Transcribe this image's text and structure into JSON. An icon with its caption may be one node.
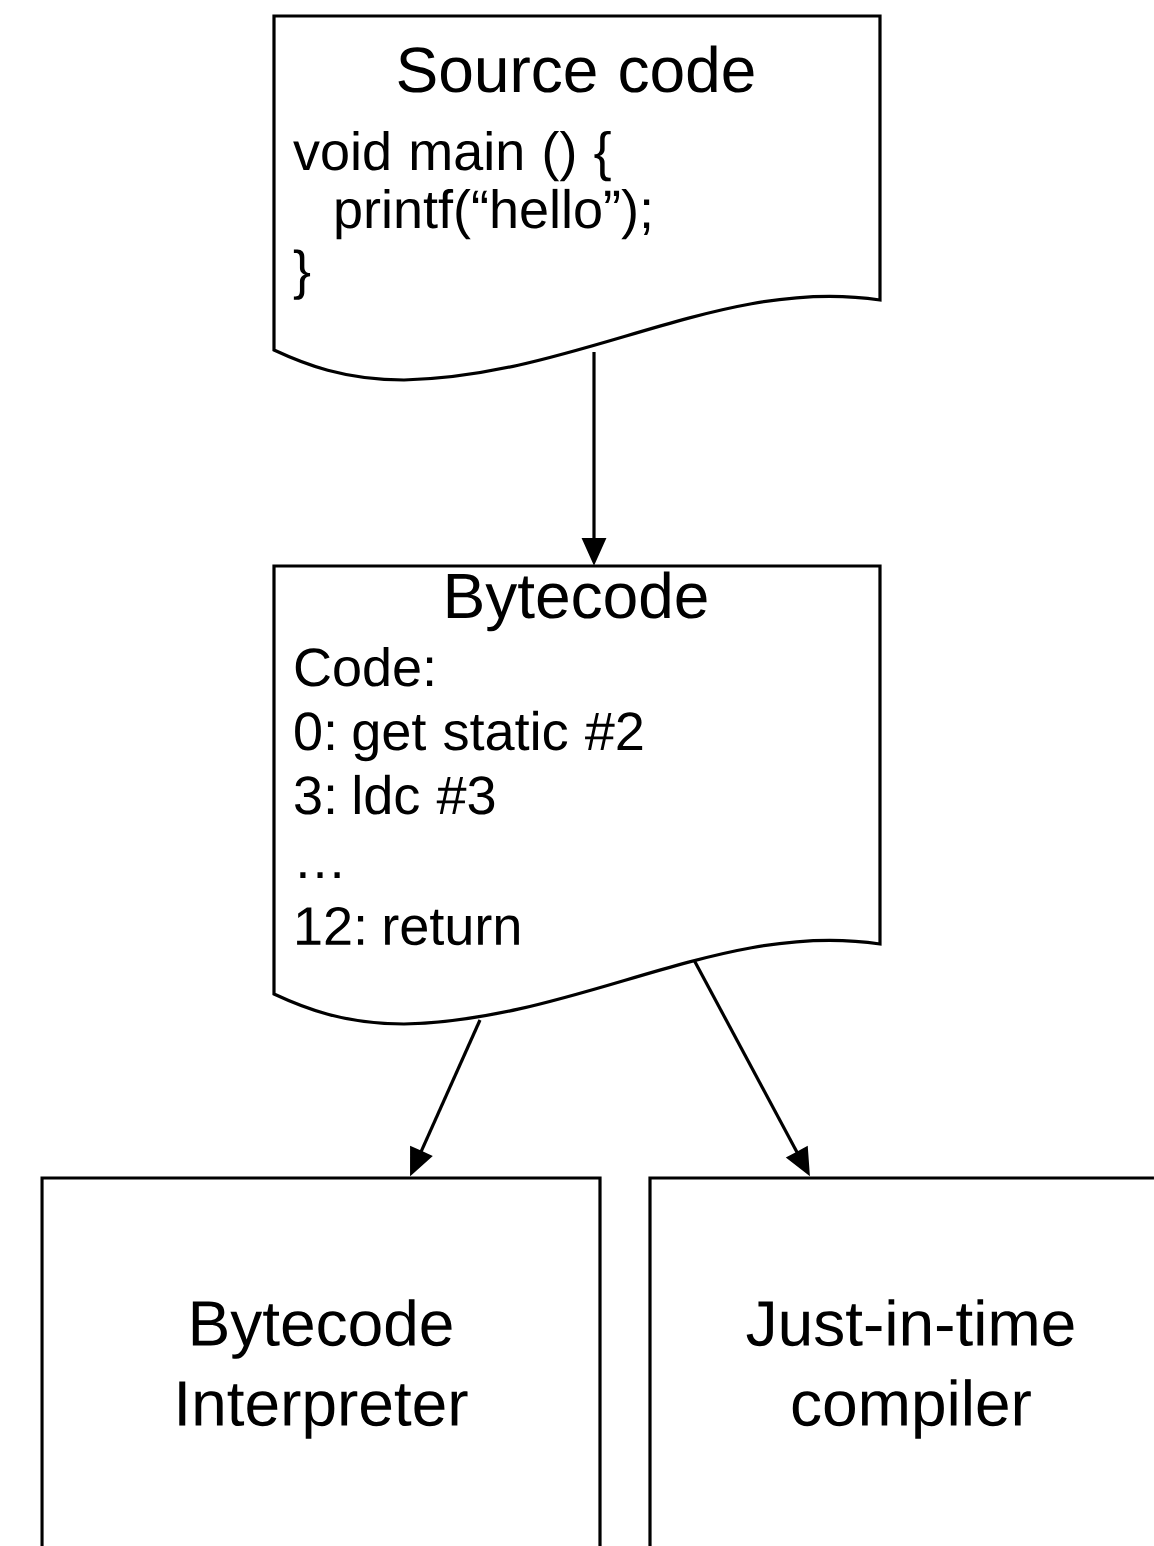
{
  "diagram": {
    "nodes": [
      {
        "text": [
          "Source code",
          "void main () {",
          "printf(“hello”);",
          "}"
        ]
      },
      {
        "text": [
          "Bytecode",
          "Code:",
          "0: get static #2",
          "3: ldc #3",
          "…",
          "12: return"
        ]
      },
      {
        "text": [
          "Bytecode Interpreter"
        ]
      },
      {
        "text": [
          "Just-in-time compiler"
        ]
      }
    ],
    "edges": [
      {
        "from": 0,
        "to": 1,
        "arrow": "to"
      },
      {
        "from": 1,
        "to": 2,
        "arrow": "to"
      },
      {
        "from": 1,
        "to": 3,
        "arrow": "to"
      }
    ]
  }
}
